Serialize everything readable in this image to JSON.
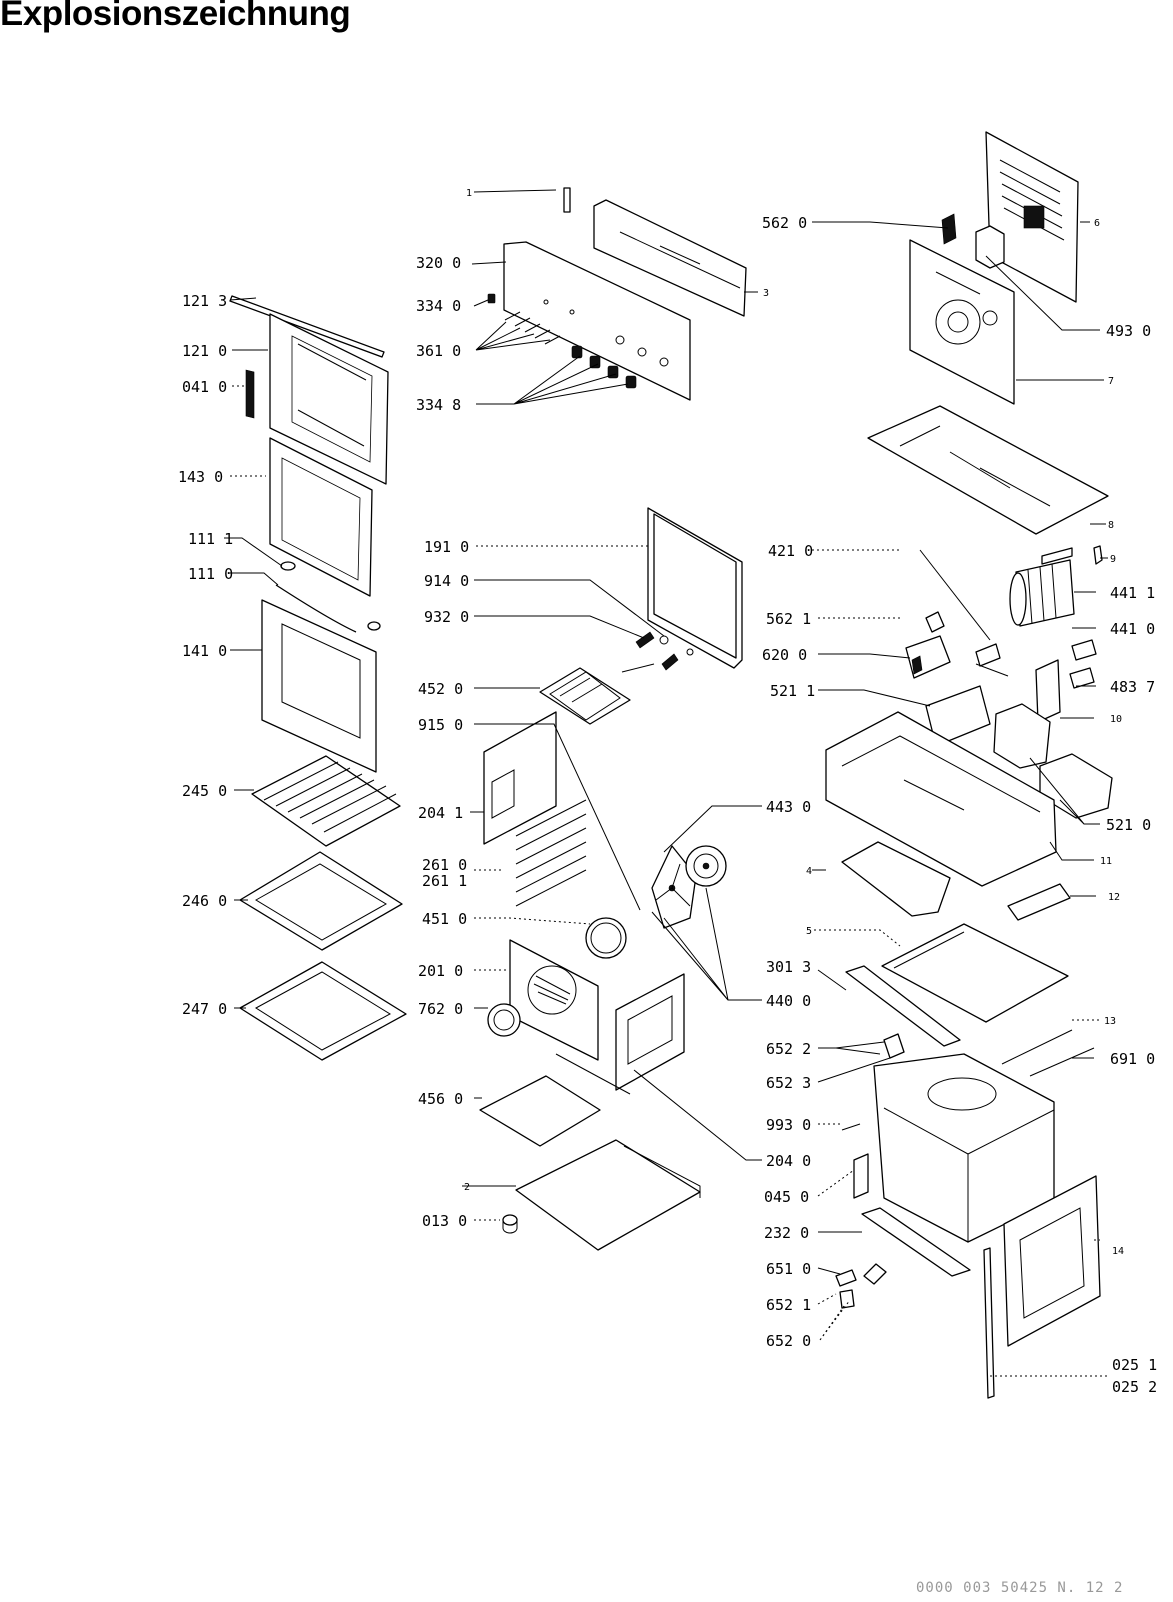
{
  "title": "Explosionszeichnung",
  "document_ref": "0000 003 50425   N. 12 2",
  "part_labels": {
    "p1": "1",
    "p2": "2",
    "p3": "3",
    "p4": "4",
    "p5": "5",
    "p6": "6",
    "p7": "7",
    "p8": "8",
    "p9": "9",
    "p10": "10",
    "p11": "11",
    "p12": "12",
    "p13": "13",
    "p14": "14",
    "p013_0": "013 0",
    "p025_1": "025 1",
    "p025_2": "025 2",
    "p041_0": "041 0",
    "p045_0": "045 0",
    "p111_0": "111 0",
    "p111_1": "111 1",
    "p121_0": "121 0",
    "p121_3": "121 3",
    "p141_0": "141 0",
    "p143_0": "143 0",
    "p191_0": "191 0",
    "p201_0": "201 0",
    "p204_0": "204 0",
    "p204_1": "204 1",
    "p232_0": "232 0",
    "p245_0": "245 0",
    "p246_0": "246 0",
    "p247_0": "247 0",
    "p261_0": "261 0",
    "p261_1": "261 1",
    "p301_3": "301 3",
    "p320_0": "320 0",
    "p334_0": "334 0",
    "p334_8": "334 8",
    "p361_0": "361 0",
    "p421_0": "421 0",
    "p440_0": "440 0",
    "p441_0": "441 0",
    "p441_1": "441 1",
    "p443_0": "443 0",
    "p451_0": "451 0",
    "p452_0": "452 0",
    "p456_0": "456 0",
    "p483_7": "483 7",
    "p493_0": "493 0",
    "p521_0": "521 0",
    "p521_1": "521 1",
    "p562_0": "562 0",
    "p562_1": "562 1",
    "p620_0": "620 0",
    "p651_0": "651 0",
    "p652_0": "652 0",
    "p652_1": "652 1",
    "p652_2": "652 2",
    "p652_3": "652 3",
    "p691_0": "691 0",
    "p762_0": "762 0",
    "p914_0": "914 0",
    "p915_0": "915 0",
    "p932_0": "932 0",
    "p993_0": "993 0"
  }
}
